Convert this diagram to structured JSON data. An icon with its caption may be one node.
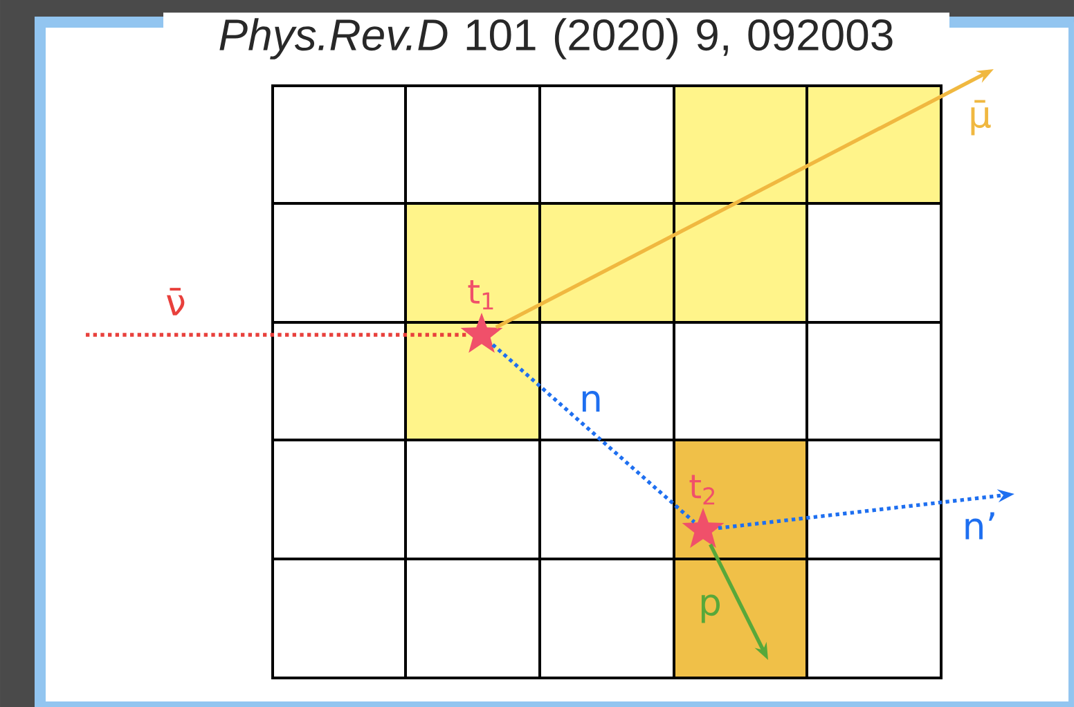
{
  "diagram": {
    "title": "*Phys.Rev.D* 101 (2020) 9, 092003",
    "nodes": [
      {
        "text": [
          "t$_{1}$"
        ]
      },
      {
        "text": [
          "t$_{2}$"
        ]
      }
    ],
    "edges": [
      {
        "from": null,
        "to": 0,
        "arrow": "none",
        "label": "ν̄",
        "style": "dashed",
        "color": "#e8403c"
      },
      {
        "from": 0,
        "to": null,
        "arrow": "to",
        "label": "μ̄",
        "color": "#f0b840"
      },
      {
        "from": 0,
        "to": 1,
        "arrow": "none",
        "label": "n",
        "style": "dashed",
        "color": "#1e6ff0"
      },
      {
        "from": 1,
        "to": null,
        "arrow": "to",
        "label": "n’",
        "style": "dashed",
        "color": "#1e6ff0"
      },
      {
        "from": 1,
        "to": null,
        "arrow": "to",
        "label": "p",
        "color": "#58a83a"
      }
    ]
  }
}
